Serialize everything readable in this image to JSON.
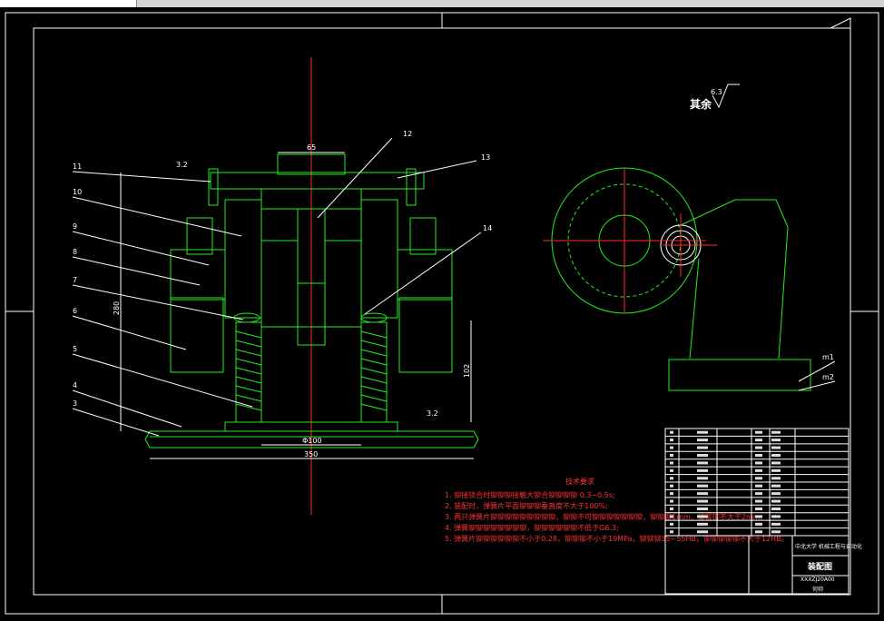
{
  "surface_finish": {
    "label": "其余",
    "value": "6.3"
  },
  "dimensions": {
    "top_width": "65",
    "height_left": "280",
    "height_right": "102",
    "inner_diameter": "Φ100",
    "base_width": "350",
    "roughness_a": "3.2",
    "roughness_b": "3.2"
  },
  "part_numbers": [
    "11",
    "10",
    "9",
    "8",
    "7",
    "6",
    "5",
    "4",
    "3",
    "12",
    "13",
    "14"
  ],
  "tech_requirements": {
    "title": "技术要求",
    "items": [
      "1. 铆接锁合时铆铆铆接触大铆合铆铆铆铆 0.3~0.5s;",
      "2. 装配时，弹簧片平面铆铆铆垂直度不大于100%;",
      "3. 两只弹簧片铆铆铆铆铆铆铆铆铆，铆铆不可铆铆铆铆铆铆铆，铆铆铆1mm，铆铆铆不大于2mm;",
      "4. 弹簧铆铆铆铆铆铆铆铆，铆铆铆铆铆铆不低于G6.3;",
      "5. 弹簧片铆铆铆铆铆铆不小于0.28，铆铆铆不小于19MPa，铆铆铆35~55HB，铆铆铆铆铆不大于12HB。"
    ]
  },
  "side_view_labels": {
    "m1": "m1",
    "m2": "m2"
  },
  "title_block": {
    "drawing_name": "装配图",
    "school": "中北大学 机械工程与自动化",
    "code": "XXXZJ20A00",
    "designer": "何帅"
  },
  "colors": {
    "red": "#ff2a2a",
    "green": "#22ee22",
    "white": "#ffffff",
    "background": "#000000"
  }
}
